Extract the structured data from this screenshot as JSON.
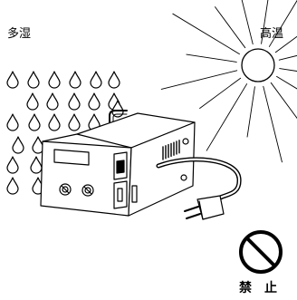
{
  "labels": {
    "humidity": "多湿",
    "heat": "高温",
    "prohibited": "禁止"
  },
  "colors": {
    "line": "#000000",
    "background": "#ffffff"
  },
  "icons": {
    "sun": "sun-icon",
    "water_drop": "water-drop-icon",
    "prohibition": "prohibition-icon",
    "device": "power-supply-device",
    "plug": "power-plug-icon"
  }
}
